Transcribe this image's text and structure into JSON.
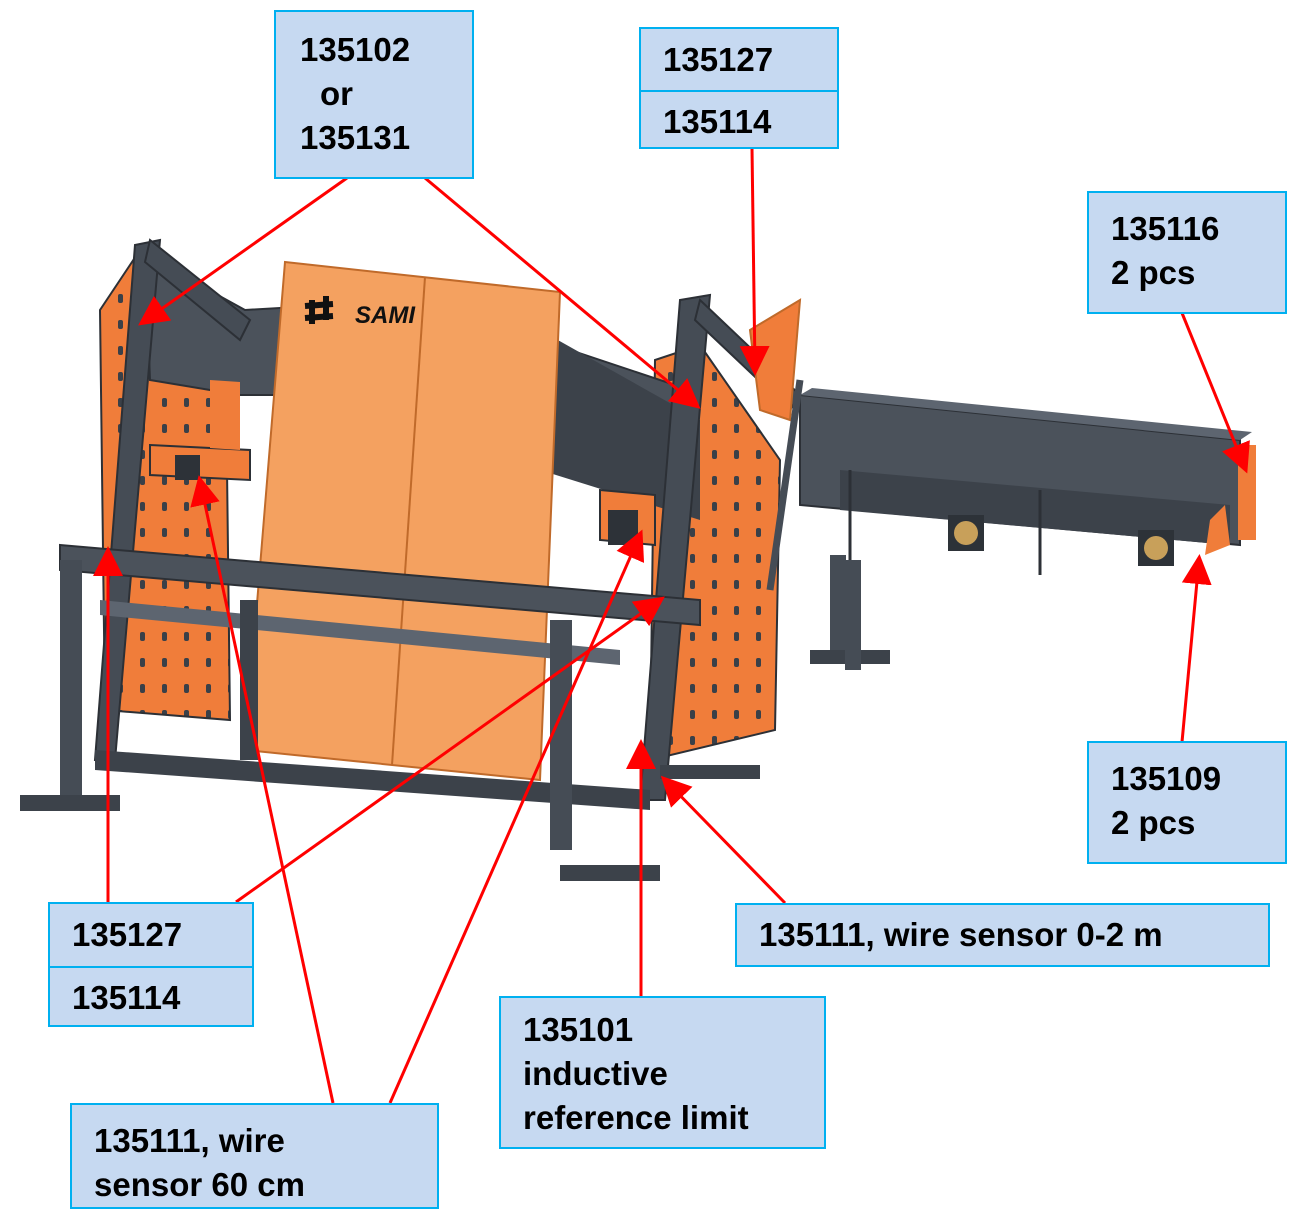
{
  "colors": {
    "callout_fill": "#c6d9f1",
    "callout_border": "#00b0f0",
    "leader_line": "#ff0000",
    "machine_frame": "#454c55",
    "machine_panels": "#f07d3a",
    "machine_cover": "#f4a160"
  },
  "brand": {
    "logo_text": "SAMI"
  },
  "labels": {
    "top_center": [
      "135102",
      "or",
      "135131"
    ],
    "top_right_stack": [
      "135127",
      "135114"
    ],
    "right_upper": [
      "135116",
      "2 pcs"
    ],
    "right_lower": [
      "135109",
      "2 pcs"
    ],
    "left_stack": [
      "135127",
      "135114"
    ],
    "wire_long": "135111, wire sensor 0-2 m",
    "inductive": [
      "135101",
      "inductive",
      "reference limit"
    ],
    "wire_short": [
      "135111, wire",
      "sensor 60 cm"
    ]
  }
}
